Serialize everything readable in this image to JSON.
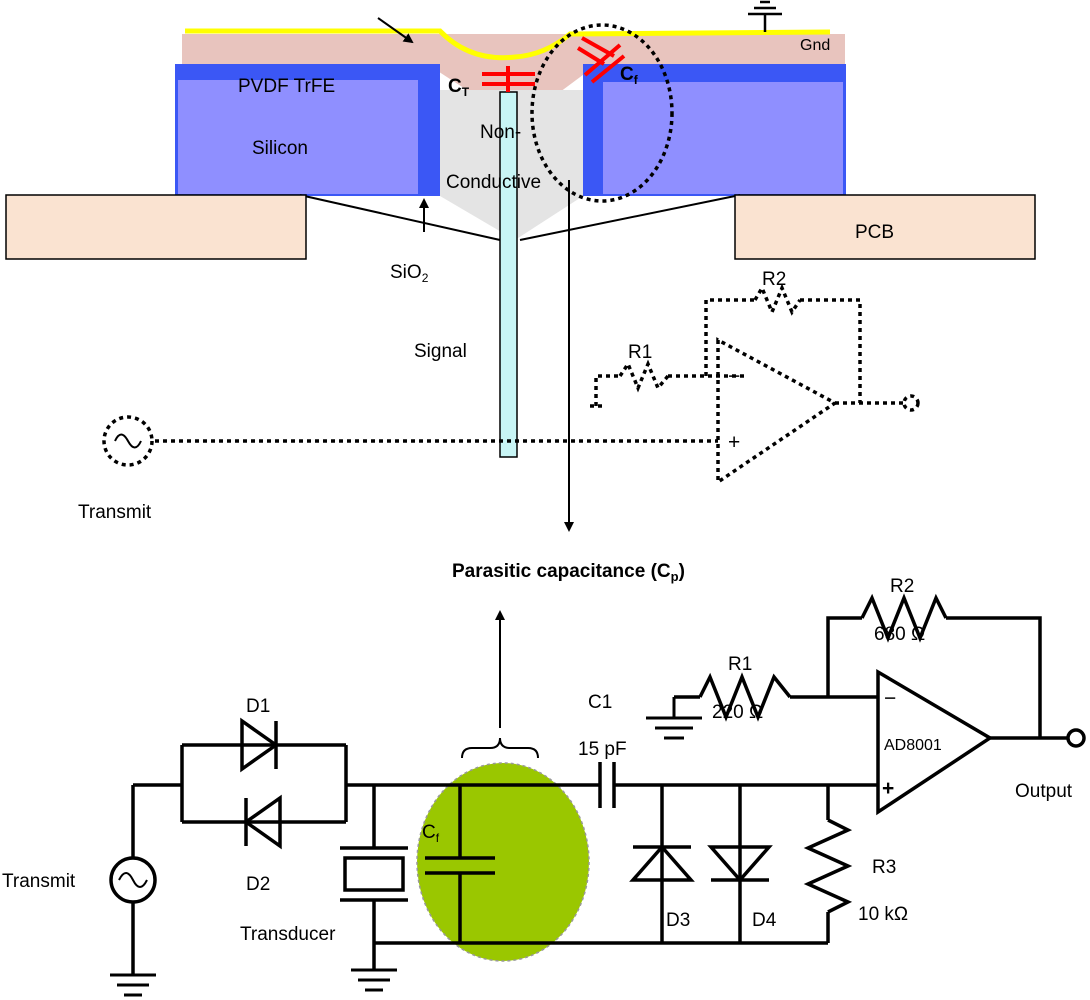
{
  "top": {
    "gnd": "Gnd",
    "pvdf": "PVDF TrFE",
    "silicon": "Silicon",
    "non_conductive_1": "Non-",
    "non_conductive_2": "Conductive",
    "ct_main": "C",
    "ct_sub": "T",
    "cf_main": "C",
    "cf_sub": "f",
    "sio2_main": "SiO",
    "sio2_sub": "2",
    "pcb": "PCB",
    "signal": "Signal",
    "transmit": "Transmit",
    "r1": "R1",
    "r2": "R2",
    "minus": "−",
    "plus": "+"
  },
  "parasitic": {
    "text": "Parasitic capacitance (C",
    "sub": "p",
    "close": ")"
  },
  "bottom": {
    "d1": "D1",
    "d2": "D2",
    "d3": "D3",
    "d4": "D4",
    "transmit": "Transmit",
    "transducer": "Transducer",
    "cf_main": "C",
    "cf_sub": "f",
    "c1": "C1",
    "c1_value": "15 pF",
    "r1": "R1",
    "r1_value": "220 Ω",
    "r2": "R2",
    "r2_value": "680 Ω",
    "r3": "R3",
    "r3_value": "10 kΩ",
    "opamp": "AD8001",
    "minus": "−",
    "plus": "+",
    "output": "Output"
  },
  "colors": {
    "pvdf": "#e8c4be",
    "silicon": "#8f8fff",
    "silicon_edge": "#3b57f5",
    "cavity": "#e4e4e4",
    "pcb": "#fae3d1",
    "signal": "#c8f5f5",
    "electrode": "#ffff00",
    "capacitor": "#ff0000",
    "parasitic_blob": "#9ac700"
  }
}
